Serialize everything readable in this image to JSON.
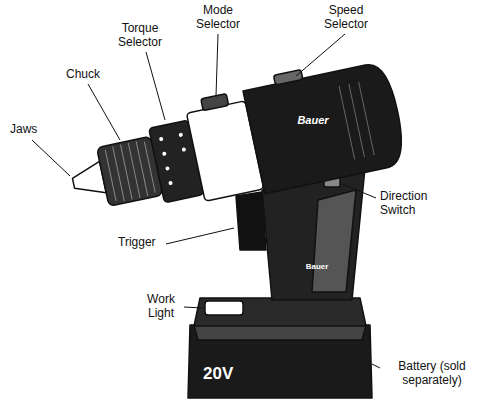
{
  "diagram": {
    "labels": [
      "Jaws",
      "Chuck",
      "Torque Selector",
      "Mode Selector",
      "Speed Selector",
      "Direction Switch",
      "Trigger",
      "Work Light",
      "Battery (sold separately)",
      "Bauer",
      "Bauer",
      "20V"
    ]
  }
}
